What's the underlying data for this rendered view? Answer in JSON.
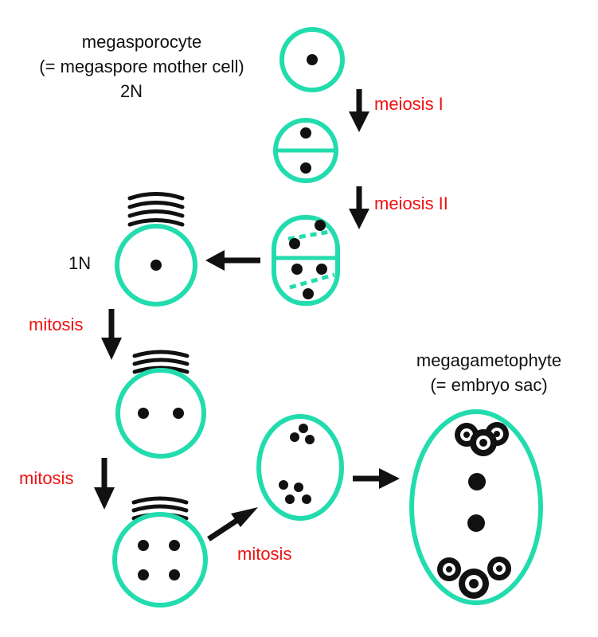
{
  "labels": {
    "megasporocyte": "megasporocyte",
    "mother_cell": "(= megaspore mother cell)",
    "ploidy_2n": "2N",
    "ploidy_1n": "1N",
    "meiosis_1": "meiosis I",
    "meiosis_2": "meiosis II",
    "mitosis_1": "mitosis",
    "mitosis_2": "mitosis",
    "mitosis_3": "mitosis",
    "megagametophyte": "megagametophyte",
    "embryo_sac": "(= embryo sac)"
  },
  "colors": {
    "cell_outline": "#23dcae",
    "process_label": "#ee1111",
    "ink": "#111111"
  }
}
